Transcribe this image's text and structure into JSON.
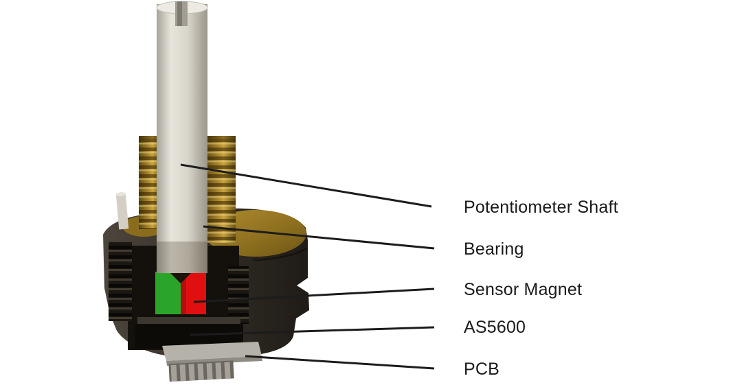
{
  "figure": {
    "labels": [
      {
        "id": "potentiometer-shaft",
        "text": "Potentiometer Shaft"
      },
      {
        "id": "bearing",
        "text": "Bearing"
      },
      {
        "id": "sensor-magnet",
        "text": "Sensor Magnet"
      },
      {
        "id": "as5600",
        "text": "AS5600"
      },
      {
        "id": "pcb",
        "text": "PCB"
      }
    ],
    "colors": {
      "background": "#ffffff",
      "label_text": "#1a1a1a",
      "leader_line": "#1c1c1c",
      "shaft": "#d9d5cb",
      "thread_brass": "#9a7b24",
      "housing": "#332e27",
      "magnet_green": "#2aa52a",
      "magnet_red": "#e01010",
      "pcb_board": "#b5b2a9"
    }
  }
}
